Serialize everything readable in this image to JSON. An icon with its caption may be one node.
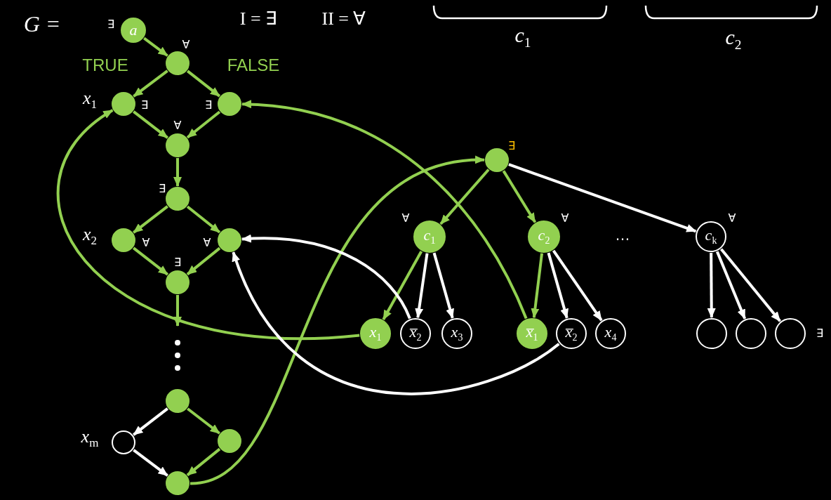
{
  "diagram": {
    "nodes": [
      {
        "text": [
          "a"
        ],
        "beside": [
          "∃"
        ]
      },
      {
        "text": [],
        "shape": "circle",
        "beside": [
          "∀"
        ]
      },
      {
        "text": [],
        "shape": "circle",
        "beside": [
          "x$_{1}$",
          "∃"
        ]
      },
      {
        "text": [],
        "shape": "circle",
        "beside": [
          "∃"
        ]
      },
      {
        "text": [],
        "shape": "circle",
        "beside": [
          "∀"
        ]
      },
      {
        "text": [],
        "shape": "circle",
        "beside": [
          "∃"
        ]
      },
      {
        "text": [],
        "shape": "circle",
        "beside": [
          "x$_{2}$",
          "∀"
        ]
      },
      {
        "text": [],
        "shape": "circle",
        "beside": [
          "∀"
        ]
      },
      {
        "text": [],
        "shape": "circle",
        "beside": [
          "∃"
        ]
      },
      {
        "text": [],
        "shape": "circle"
      },
      {
        "text": [],
        "shape": "circle",
        "beside": [
          "x$_{m}$"
        ]
      },
      {
        "text": [],
        "shape": "circle"
      },
      {
        "text": [],
        "shape": "circle"
      },
      {
        "text": [],
        "shape": "circle",
        "beside": [
          "∃"
        ]
      },
      {
        "text": [
          "c$_{1}$"
        ],
        "beside": [
          "∀"
        ]
      },
      {
        "text": [
          "c$_{2}$"
        ],
        "beside": [
          "∀"
        ]
      },
      {
        "text": [
          "c$_{k}$"
        ],
        "beside": [
          "∀"
        ]
      },
      {
        "text": [
          "x$_{1}$"
        ]
      },
      {
        "text": [
          "x̅$_{2}$"
        ]
      },
      {
        "text": [
          "x$_{3}$"
        ]
      },
      {
        "text": [
          "x̅$_{1}$"
        ]
      },
      {
        "text": [
          "x̅$_{2}$"
        ]
      },
      {
        "text": [
          "x$_{4}$"
        ]
      },
      {
        "text": [],
        "shape": "circle"
      },
      {
        "text": [],
        "shape": "circle"
      },
      {
        "text": [],
        "shape": "circle",
        "beside": [
          "∃"
        ]
      }
    ],
    "edges": [
      {
        "from": 0,
        "to": 1,
        "arrow": "to"
      },
      {
        "from": 1,
        "to": 2,
        "arrow": "to"
      },
      {
        "from": 1,
        "to": 3,
        "arrow": "to"
      },
      {
        "from": 2,
        "to": 4,
        "arrow": "to"
      },
      {
        "from": 3,
        "to": 4,
        "arrow": "to"
      },
      {
        "from": 4,
        "to": 5,
        "arrow": "to"
      },
      {
        "from": 5,
        "to": 6,
        "arrow": "to"
      },
      {
        "from": 5,
        "to": 7,
        "arrow": "to"
      },
      {
        "from": 6,
        "to": 8,
        "arrow": "to"
      },
      {
        "from": 7,
        "to": 8,
        "arrow": "to"
      },
      {
        "from": 8,
        "to": null,
        "arrow": "to"
      },
      {
        "from": 9,
        "to": 10,
        "arrow": "to",
        "color": "#ffffff"
      },
      {
        "from": 9,
        "to": 11,
        "arrow": "to"
      },
      {
        "from": 10,
        "to": 12,
        "arrow": "to",
        "color": "#ffffff"
      },
      {
        "from": 11,
        "to": 12,
        "arrow": "to"
      },
      {
        "from": 12,
        "to": 13,
        "arrow": "to"
      },
      {
        "from": 13,
        "to": 14,
        "arrow": "to"
      },
      {
        "from": 13,
        "to": 15,
        "arrow": "to"
      },
      {
        "from": 13,
        "to": 16,
        "arrow": "to",
        "color": "#ffffff"
      },
      {
        "from": 14,
        "to": 17,
        "arrow": "to"
      },
      {
        "from": 14,
        "to": 18,
        "arrow": "to",
        "color": "#ffffff"
      },
      {
        "from": 14,
        "to": 19,
        "arrow": "to",
        "color": "#ffffff"
      },
      {
        "from": 15,
        "to": 20,
        "arrow": "to"
      },
      {
        "from": 15,
        "to": 21,
        "arrow": "to",
        "color": "#ffffff"
      },
      {
        "from": 15,
        "to": 22,
        "arrow": "to",
        "color": "#ffffff"
      },
      {
        "from": 16,
        "to": 23,
        "arrow": "to",
        "color": "#ffffff"
      },
      {
        "from": 16,
        "to": 24,
        "arrow": "to",
        "color": "#ffffff"
      },
      {
        "from": 16,
        "to": 25,
        "arrow": "to",
        "color": "#ffffff"
      },
      {
        "from": 17,
        "to": 2,
        "arrow": "to"
      },
      {
        "from": 20,
        "to": 3,
        "arrow": "to"
      },
      {
        "from": 18,
        "to": 7,
        "arrow": "to",
        "color": "#ffffff"
      },
      {
        "from": 21,
        "to": 7,
        "arrow": "to",
        "color": "#ffffff"
      }
    ],
    "labels": [
      "G =",
      "I = ∃",
      "II = ∀",
      "c$_{1}$",
      "c$_{2}$",
      "TRUE",
      "FALSE",
      "…"
    ]
  }
}
